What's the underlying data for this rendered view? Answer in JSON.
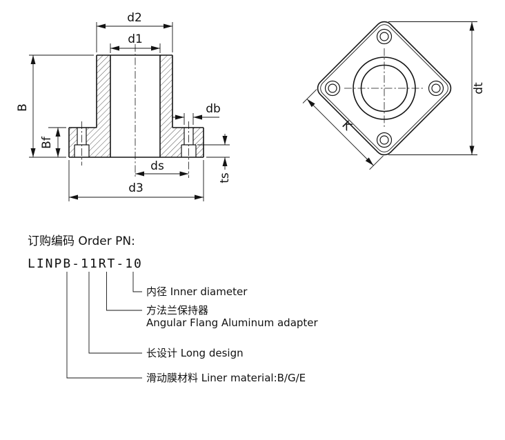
{
  "drawing": {
    "dim_labels": {
      "d2": "d2",
      "d1": "d1",
      "B": "B",
      "Bf": "Bf",
      "db": "db",
      "ds": "ds",
      "d3": "d3",
      "ts": "ts",
      "K": "K",
      "dt": "dt"
    }
  },
  "order": {
    "heading": "订购编码 Order PN:",
    "code": "LINPB-11RT-10",
    "breakdown": [
      {
        "label": "内径 Inner diameter"
      },
      {
        "label": "方法兰保持器",
        "sublabel": "Angular Flang Aluminum adapter"
      },
      {
        "label": "长设计 Long design"
      },
      {
        "label": "滑动膜材料 Liner material:B/G/E"
      }
    ]
  }
}
